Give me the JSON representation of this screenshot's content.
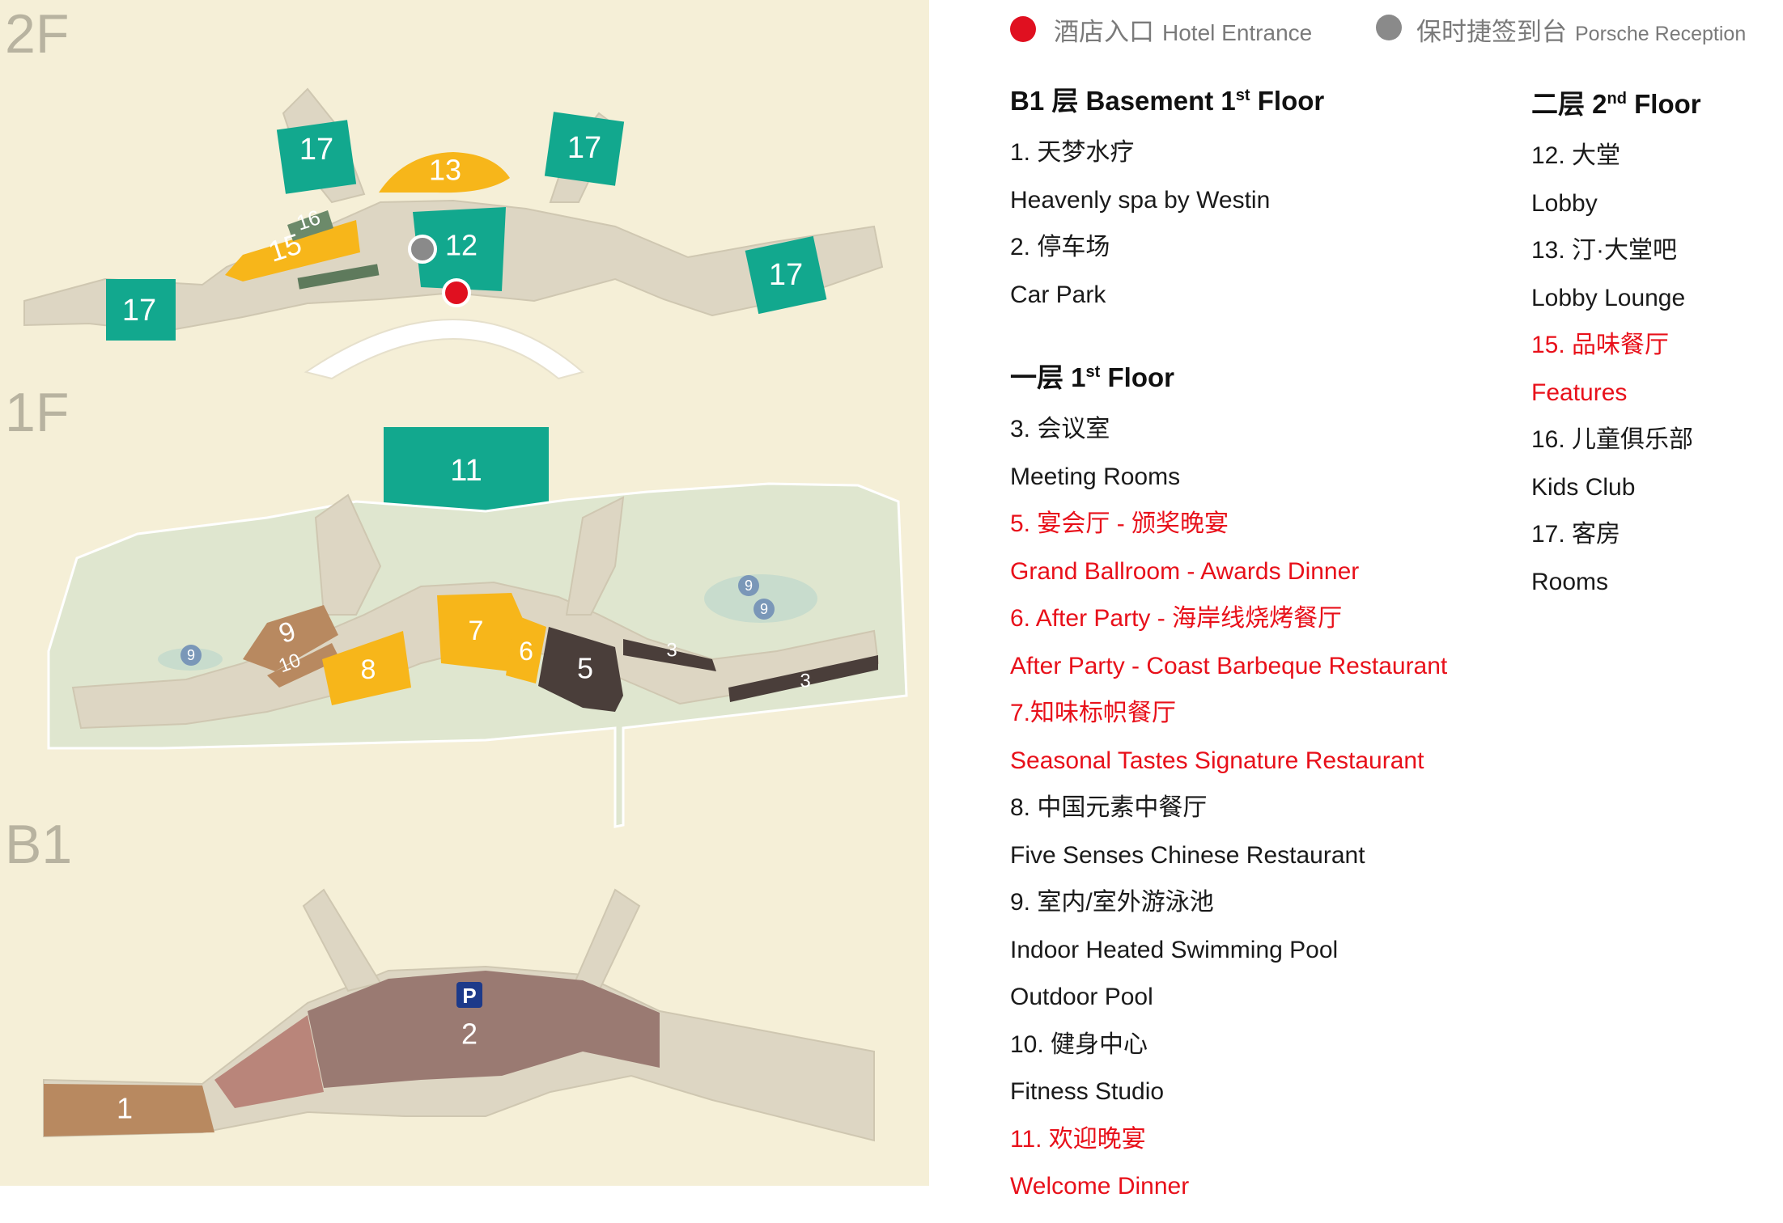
{
  "floors": {
    "second": "2F",
    "first": "1F",
    "basement": "B1"
  },
  "map_numbers": {
    "spa": "1",
    "car_park": "2",
    "meeting_rooms": "3",
    "ballroom": "5",
    "after_party": "6",
    "seasonal_tastes": "7",
    "five_senses": "8",
    "pool": "9",
    "fitness": "10",
    "welcome_dinner": "11",
    "lobby": "12",
    "lobby_lounge": "13",
    "features": "15",
    "kids_club": "16",
    "rooms": "17",
    "parking_sign": "P"
  },
  "legend_top": {
    "hotel_entrance_cn": "酒店入口",
    "hotel_entrance_en": "Hotel Entrance",
    "porsche_reception_cn": "保时捷签到台",
    "porsche_reception_en": "Porsche Reception"
  },
  "colors": {
    "map_background": "#f5efd7",
    "building": "#ddd6c3",
    "garden": "#dfe6cf",
    "teal": "#12a88e",
    "yellow": "#f7b61a",
    "tan": "#b88960",
    "dark": "#4a3e3a",
    "mauve": "#9a7a72",
    "rose": "#b9857a",
    "highlight_red": "#e8101a",
    "entrance_red": "#e01020",
    "reception_gray": "#8a8a8a"
  },
  "basement": {
    "heading": "B1 层 Basement 1",
    "heading_sup": "st",
    "heading_tail": " Floor",
    "items": [
      {
        "text": "1. 天梦水疗",
        "highlight": false
      },
      {
        "text": "Heavenly spa by Westin",
        "highlight": false
      },
      {
        "text": "2. 停车场",
        "highlight": false
      },
      {
        "text": "Car Park",
        "highlight": false
      }
    ]
  },
  "first_floor": {
    "heading": "一层 1",
    "heading_sup": "st",
    "heading_tail": " Floor",
    "items": [
      {
        "text": "3. 会议室",
        "highlight": false
      },
      {
        "text": "Meeting Rooms",
        "highlight": false
      },
      {
        "text": "5. 宴会厅 - 颁奖晚宴",
        "highlight": true
      },
      {
        "text": "Grand Ballroom - Awards Dinner",
        "highlight": true
      },
      {
        "text": "6. After Party - 海岸线烧烤餐厅",
        "highlight": true
      },
      {
        "text": "After Party - Coast Barbeque Restaurant",
        "highlight": true
      },
      {
        "text": "7.知味标帜餐厅",
        "highlight": true
      },
      {
        "text": "Seasonal Tastes Signature Restaurant",
        "highlight": true
      },
      {
        "text": "8. 中国元素中餐厅",
        "highlight": false
      },
      {
        "text": "Five Senses Chinese Restaurant",
        "highlight": false
      },
      {
        "text": "9. 室内/室外游泳池",
        "highlight": false
      },
      {
        "text": "Indoor Heated Swimming Pool",
        "highlight": false
      },
      {
        "text": "Outdoor Pool",
        "highlight": false
      },
      {
        "text": "10. 健身中心",
        "highlight": false
      },
      {
        "text": "Fitness Studio",
        "highlight": false
      },
      {
        "text": "11. 欢迎晚宴",
        "highlight": true
      },
      {
        "text": "Welcome Dinner",
        "highlight": true
      }
    ]
  },
  "second_floor": {
    "heading": "二层 2",
    "heading_sup": "nd",
    "heading_tail": " Floor",
    "items": [
      {
        "text": "12. 大堂",
        "highlight": false
      },
      {
        "text": "Lobby",
        "highlight": false
      },
      {
        "text": "13. 汀·大堂吧",
        "highlight": false
      },
      {
        "text": "Lobby Lounge",
        "highlight": false
      },
      {
        "text": "15. 品味餐厅",
        "highlight": true
      },
      {
        "text": "Features",
        "highlight": true
      },
      {
        "text": "16. 儿童俱乐部",
        "highlight": false
      },
      {
        "text": "Kids Club",
        "highlight": false
      },
      {
        "text": "17. 客房",
        "highlight": false
      },
      {
        "text": "Rooms",
        "highlight": false
      }
    ]
  }
}
